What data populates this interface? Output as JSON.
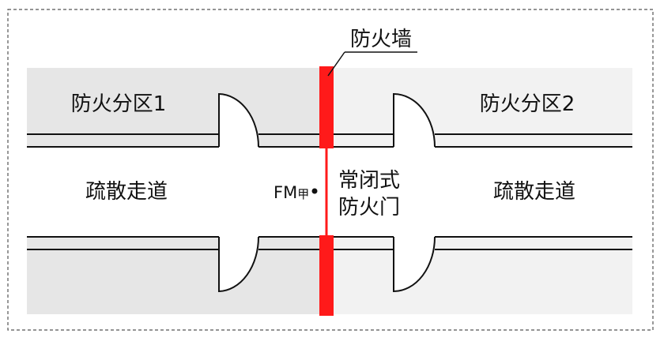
{
  "labels": {
    "firewall": "防火墙",
    "zone_left": "防火分区1",
    "zone_right": "防火分区2",
    "corridor_left": "疏散走道",
    "corridor_right": "疏散走道",
    "door_code_main": "FM",
    "door_code_sub": "甲",
    "door_type_line1": "常闭式",
    "door_type_line2": "防火门"
  },
  "colors": {
    "left_zone_fill": "#e6e6e6",
    "right_zone_fill": "#f2f2f2",
    "firewall_red": "#ff1a1a",
    "line_color": "#111111",
    "border_dash": "#555555"
  }
}
